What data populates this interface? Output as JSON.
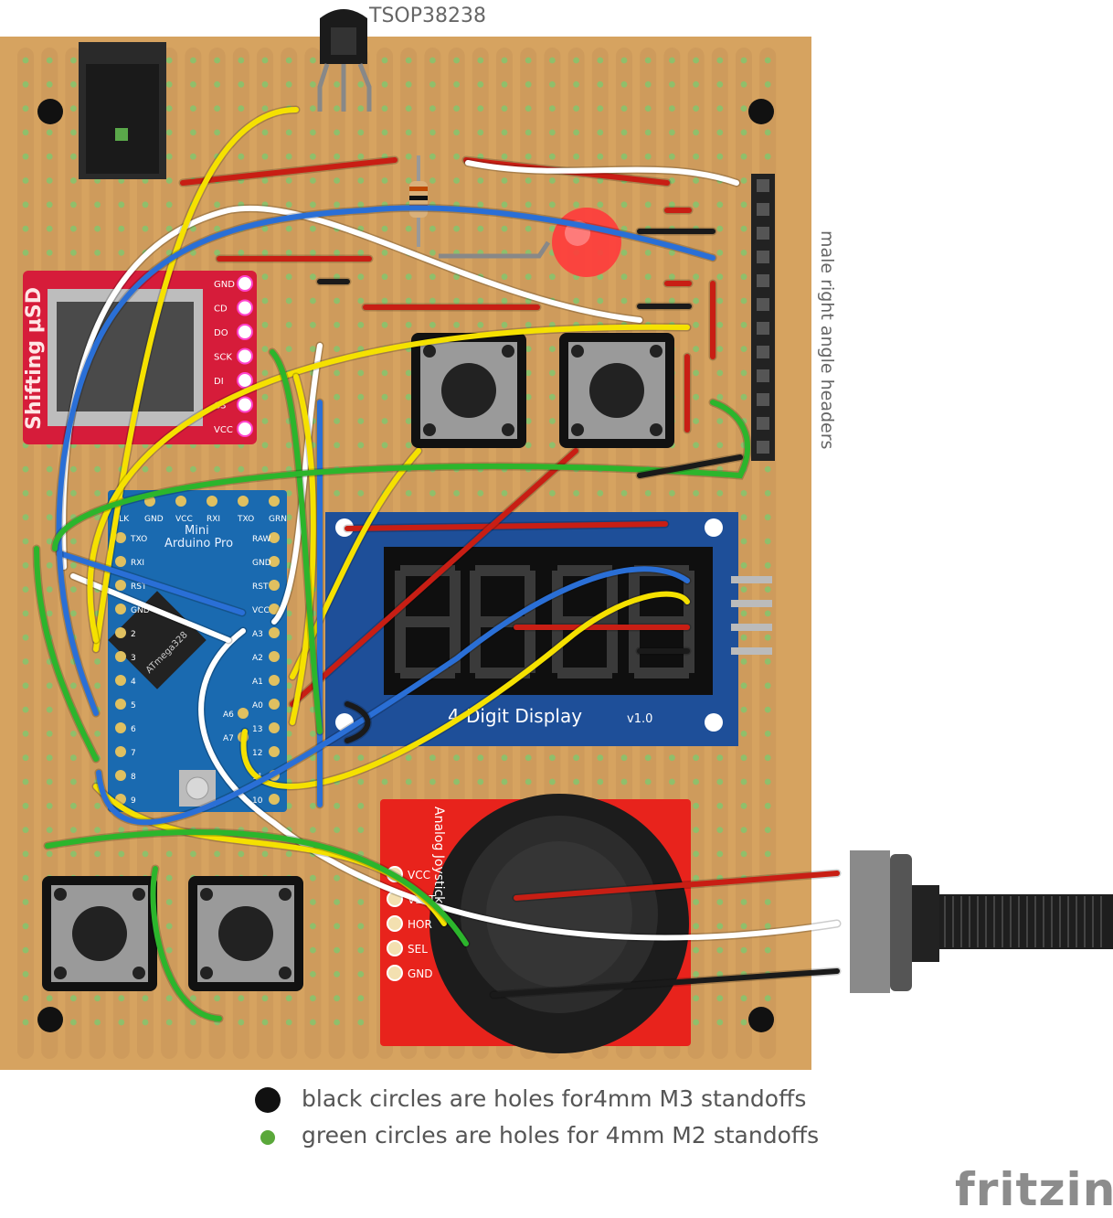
{
  "labels": {
    "ir_receiver": "TSOP38238",
    "headers": "male right angle headers",
    "sd_board": "Shifting μSD",
    "sd_pins": [
      "GND",
      "CD",
      "DO",
      "SCK",
      "DI",
      "CS",
      "VCC"
    ],
    "arduino_title_1": "Mini",
    "arduino_title_2": "Arduino Pro",
    "arduino_top_pins": [
      "BLK",
      "GND",
      "VCC",
      "RXI",
      "TXO",
      "GRN"
    ],
    "arduino_left_pins": [
      "TXO",
      "RXI",
      "RST",
      "GND",
      "2",
      "3",
      "4",
      "5",
      "6",
      "7",
      "8",
      "9"
    ],
    "arduino_right_pins": [
      "RAW",
      "GND",
      "RST",
      "VCC",
      "A3",
      "A2",
      "A1",
      "A0",
      "13",
      "12",
      "11",
      "10"
    ],
    "arduino_inner_pins": [
      "A6",
      "A7"
    ],
    "chip": "ATmega328",
    "display": "4-Digit Display",
    "display_version": "v1.0",
    "joystick": "Analog Joystick",
    "joystick_pins": [
      "VCC",
      "VERT",
      "HOR",
      "SEL",
      "GND"
    ],
    "legend_black": "black circles are  holes for4mm M3 standoffs",
    "legend_green": "green circles are holes for 4mm M2 standoffs",
    "brand": "fritzing"
  },
  "colors": {
    "board": "#d6a360",
    "board_edge": "#c8955a",
    "hole": "#8fbf6b",
    "wire_red": "#c81e14",
    "wire_yellow": "#f5e100",
    "wire_blue": "#2a6fd6",
    "wire_white": "#ffffff",
    "wire_green": "#2cb52c",
    "wire_black": "#1a1a1a",
    "sd_board": "#d61c3a",
    "arduino": "#1a6ab0",
    "display_board": "#1e4f99",
    "joystick_board": "#e8231c"
  }
}
